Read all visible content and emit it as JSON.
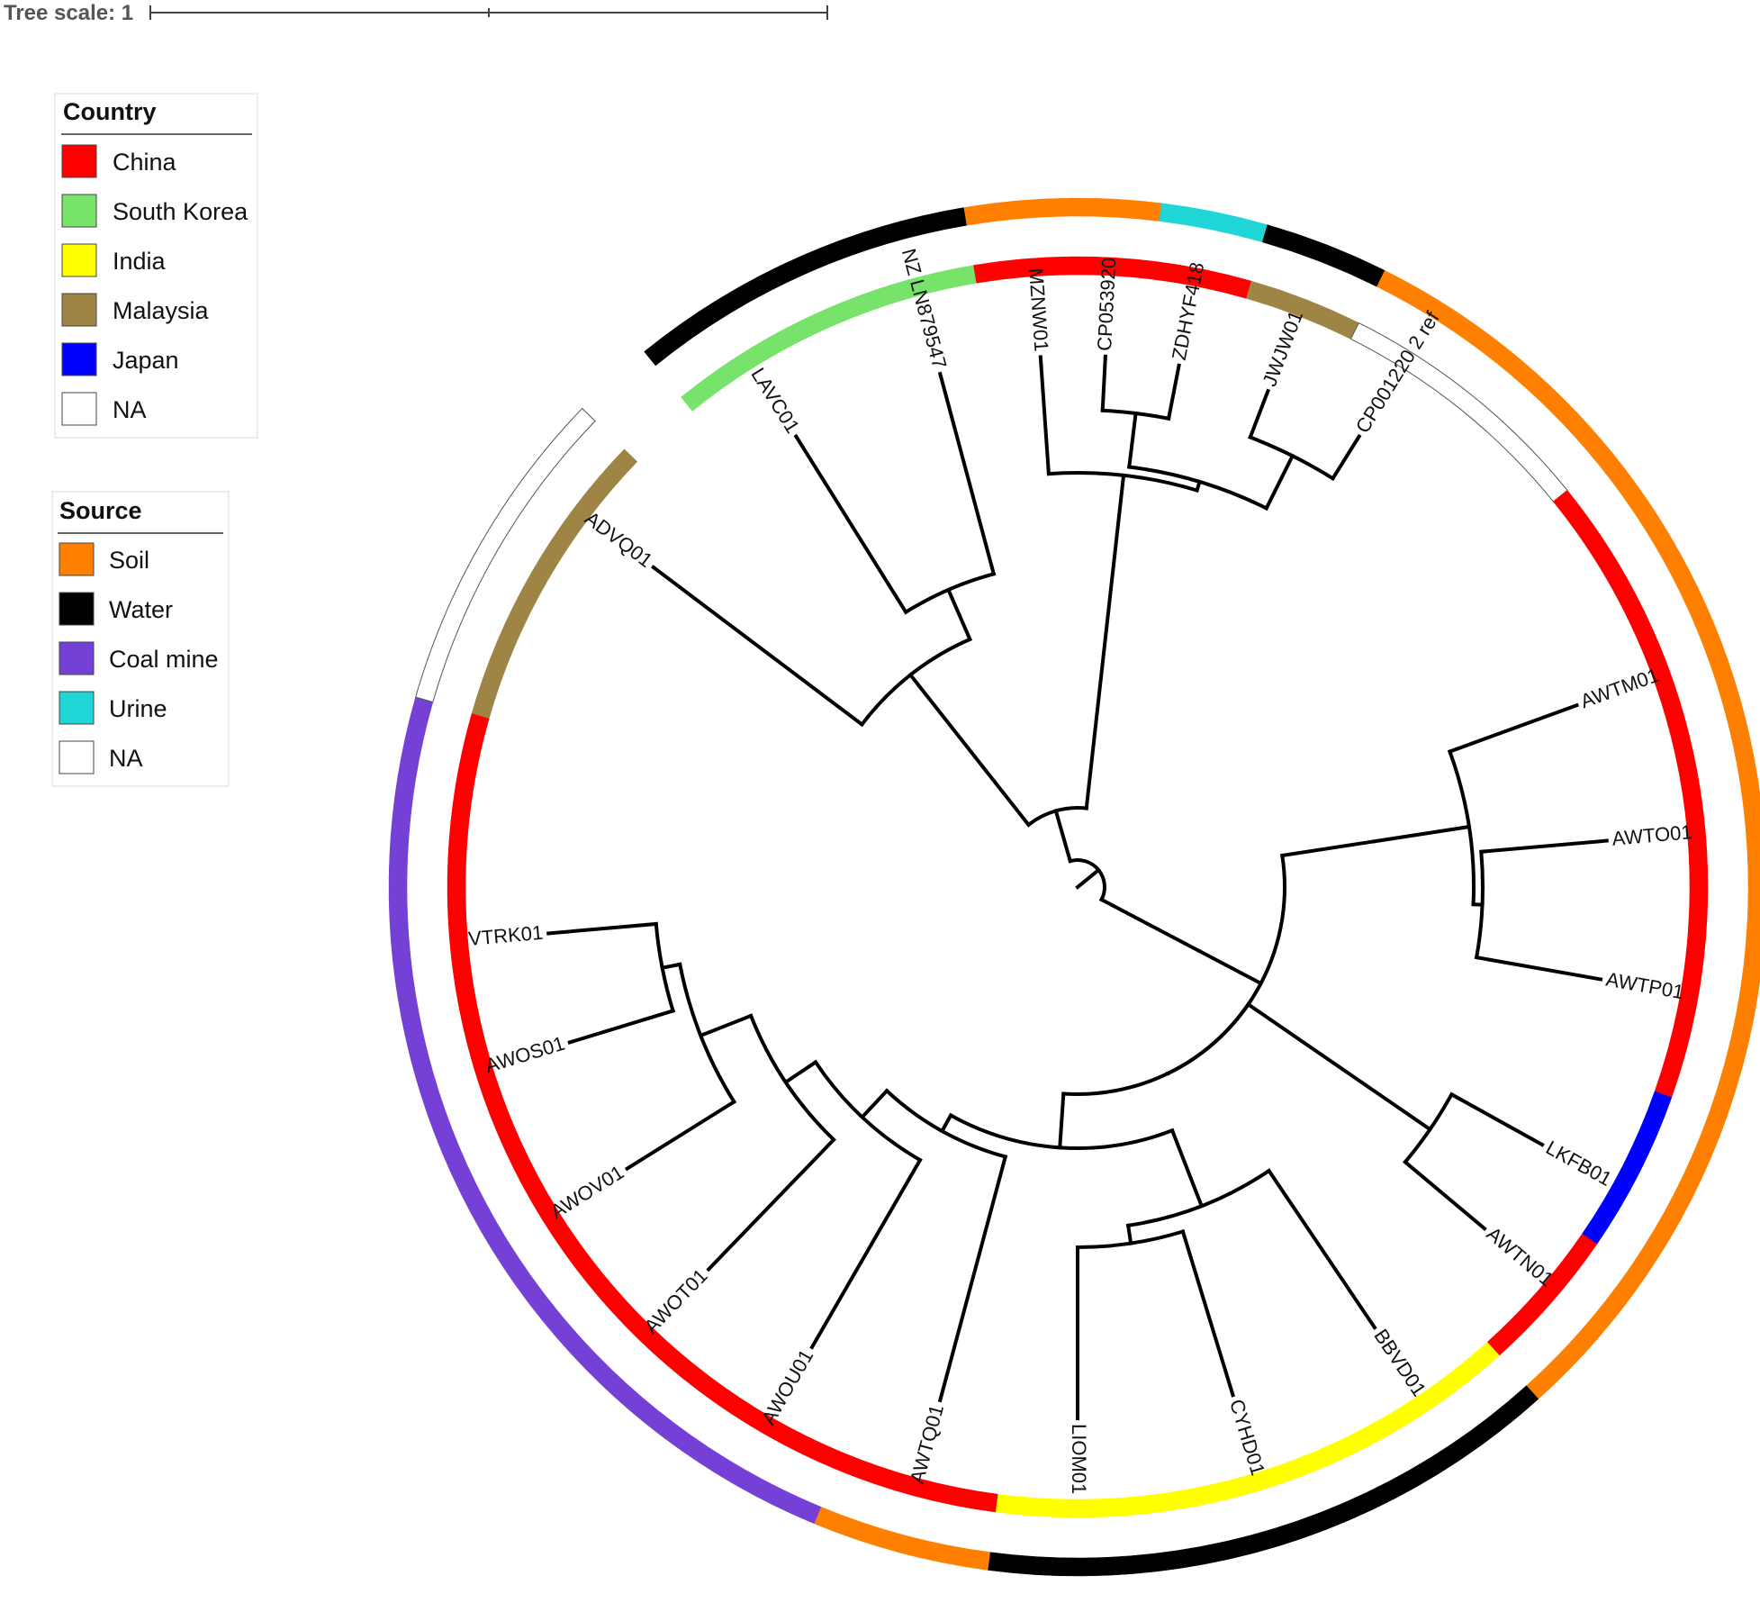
{
  "tree_scale": {
    "label": "Tree scale: 1"
  },
  "legends": [
    {
      "title": "Country",
      "items": [
        {
          "label": "China",
          "color": "#ff0000"
        },
        {
          "label": "South Korea",
          "color": "#77e36a"
        },
        {
          "label": "India",
          "color": "#ffff00"
        },
        {
          "label": "Malaysia",
          "color": "#9e8445"
        },
        {
          "label": "Japan",
          "color": "#0000ff"
        },
        {
          "label": "NA",
          "color": "#ffffff"
        }
      ]
    },
    {
      "title": "Source",
      "items": [
        {
          "label": "Soil",
          "color": "#ff8000"
        },
        {
          "label": "Water",
          "color": "#000000"
        },
        {
          "label": "Coal mine",
          "color": "#7440d6"
        },
        {
          "label": "Urine",
          "color": "#1fd5d5"
        },
        {
          "label": "NA",
          "color": "#ffffff"
        }
      ]
    }
  ],
  "tree": {
    "highlight_leaf": "ZDHYF418",
    "highlight_color": "#ff0000",
    "leaves": [
      {
        "label": "LAVC01",
        "country": "South Korea",
        "source": "Water"
      },
      {
        "label": "NZ LN879547",
        "country": "South Korea",
        "source": "Water"
      },
      {
        "label": "MZNW01",
        "country": "China",
        "source": "Soil"
      },
      {
        "label": "CP053920",
        "country": "China",
        "source": "Soil"
      },
      {
        "label": "ZDHYF418",
        "country": "China",
        "source": "Urine"
      },
      {
        "label": "JWJW01",
        "country": "Malaysia",
        "source": "Water"
      },
      {
        "label": "CP001220 2 ref",
        "country": "NA",
        "source": "Soil"
      },
      {
        "label": "AWTM01",
        "country": "China",
        "source": "Soil"
      },
      {
        "label": "AWTO01",
        "country": "China",
        "source": "Soil"
      },
      {
        "label": "AWTP01",
        "country": "China",
        "source": "Soil"
      },
      {
        "label": "LKFB01",
        "country": "Japan",
        "source": "Soil"
      },
      {
        "label": "AWTN01",
        "country": "China",
        "source": "Soil"
      },
      {
        "label": "BBVD01",
        "country": "India",
        "source": "Water"
      },
      {
        "label": "CYHD01",
        "country": "India",
        "source": "Water"
      },
      {
        "label": "LIOM01",
        "country": "India",
        "source": "Water"
      },
      {
        "label": "AWTQ01",
        "country": "China",
        "source": "Soil"
      },
      {
        "label": "AWOU01",
        "country": "China",
        "source": "Coal mine"
      },
      {
        "label": "AWOT01",
        "country": "China",
        "source": "Coal mine"
      },
      {
        "label": "AWOV01",
        "country": "China",
        "source": "Coal mine"
      },
      {
        "label": "AWOS01",
        "country": "China",
        "source": "Coal mine"
      },
      {
        "label": "VTRK01",
        "country": "China",
        "source": "Coal mine"
      },
      {
        "label": "ADVQ01",
        "country": "Malaysia",
        "source": "NA"
      }
    ]
  }
}
